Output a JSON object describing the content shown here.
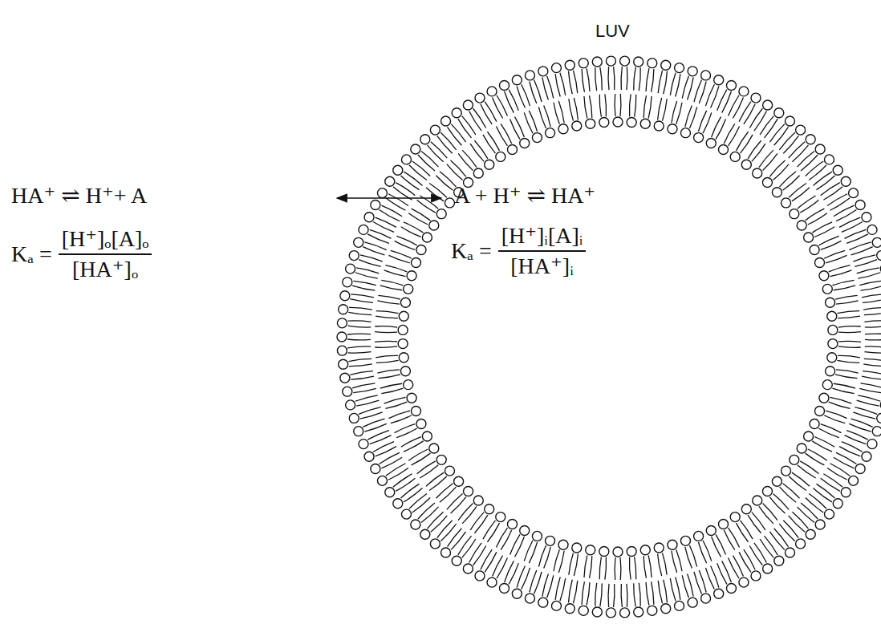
{
  "diagram": {
    "labels": [
      "LUV",
      "HA⁺ ⇌ H⁺+ A",
      "Kₐ =",
      "[H⁺]ₒ[A]ₒ",
      "[HA⁺]ₒ",
      "A + H⁺ ⇌ HA⁺",
      "Kₐ =",
      "[H⁺]ᵢ[A]ᵢ",
      "[HA⁺]ᵢ"
    ]
  }
}
